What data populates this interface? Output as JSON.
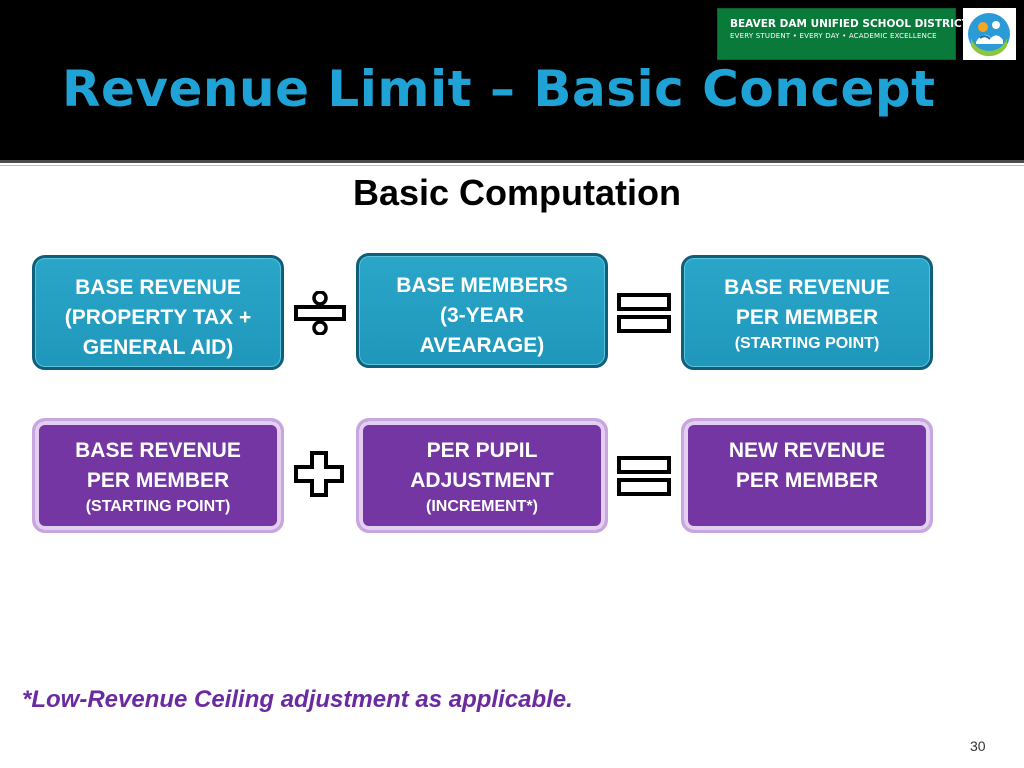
{
  "slide": {
    "title": "Revenue Limit – Basic Concept",
    "subtitle": "Basic Computation",
    "footnote": "*Low-Revenue Ceiling adjustment as applicable.",
    "page_number": "30"
  },
  "branding": {
    "district_name": "BEAVER DAM UNIFIED SCHOOL DISTRICT",
    "district_tagline": "EVERY STUDENT • EVERY DAY • ACADEMIC EXCELLENCE",
    "logo_icon": "district-logo-icon"
  },
  "row1": {
    "box1": {
      "line1": "BASE REVENUE",
      "line2": "(PROPERTY TAX +",
      "line3": "GENERAL AID)"
    },
    "operator1": "divide-icon",
    "box2": {
      "line1": "BASE  MEMBERS",
      "line2": "(3-YEAR",
      "line3": "AVEARAGE)"
    },
    "operator2": "equals-icon",
    "box3": {
      "line1": "BASE REVENUE",
      "line2": "PER MEMBER",
      "line3": "(STARTING  POINT)"
    }
  },
  "row2": {
    "box1": {
      "line1": "BASE REVENUE",
      "line2": "PER MEMBER",
      "line3": "(STARTING  POINT)"
    },
    "operator1": "plus-icon",
    "box2": {
      "line1": "PER PUPIL",
      "line2": "ADJUSTMENT",
      "line3": "(INCREMENT*)"
    },
    "operator2": "equals-icon",
    "box3": {
      "line1": "NEW REVENUE",
      "line2": "PER MEMBER"
    }
  },
  "colors": {
    "title": "#1fa3d6",
    "teal_box": "#2aa6c9",
    "purple_box": "#7436a3",
    "footnote": "#6a2aa0",
    "header_bg": "#000000",
    "district_green": "#0a7a3a"
  }
}
